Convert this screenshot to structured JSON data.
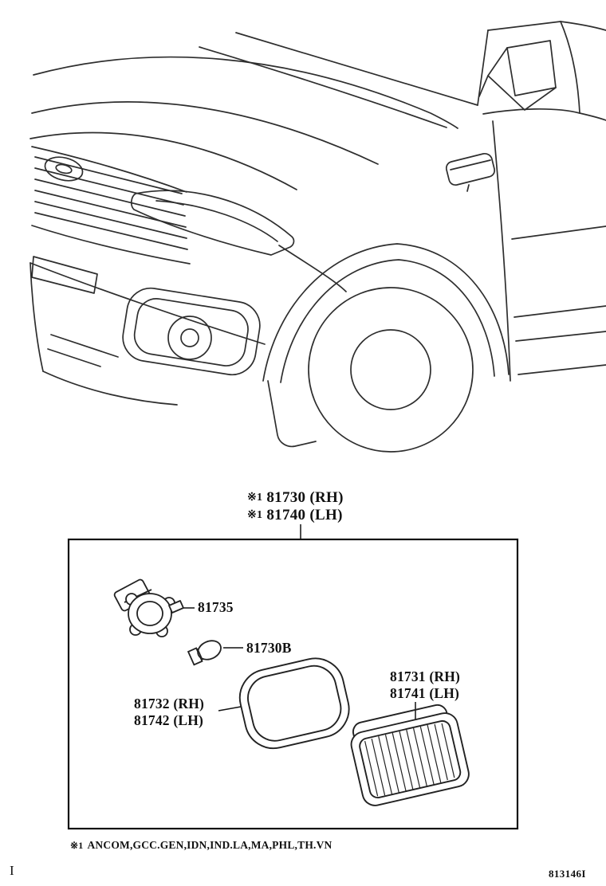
{
  "page": {
    "background": "#ffffff",
    "ink_color": "#111111",
    "line_color": "#2e2e2e",
    "footer_left": "I",
    "doc_number": "813146I"
  },
  "assembly": {
    "ref_prefix": "※1",
    "label_rh": "81730 (RH)",
    "label_lh": "81740 (LH)"
  },
  "parts": {
    "socket": {
      "part_no": "81735",
      "drawing": "bulb-socket"
    },
    "bulb": {
      "part_no": "81730B",
      "drawing": "signal-bulb"
    },
    "gasket": {
      "part_no_rh": "81732 (RH)",
      "part_no_lh": "81742 (LH)",
      "drawing": "lamp-gasket"
    },
    "lens_body": {
      "part_no_rh": "81731 (RH)",
      "part_no_lh": "81741 (LH)",
      "drawing": "lamp-lens-and-body"
    }
  },
  "footnote": {
    "ref_prefix": "※1",
    "markets": "ANCOM,GCC.GEN,IDN,IND.LA,MA,PHL,TH.VN"
  }
}
